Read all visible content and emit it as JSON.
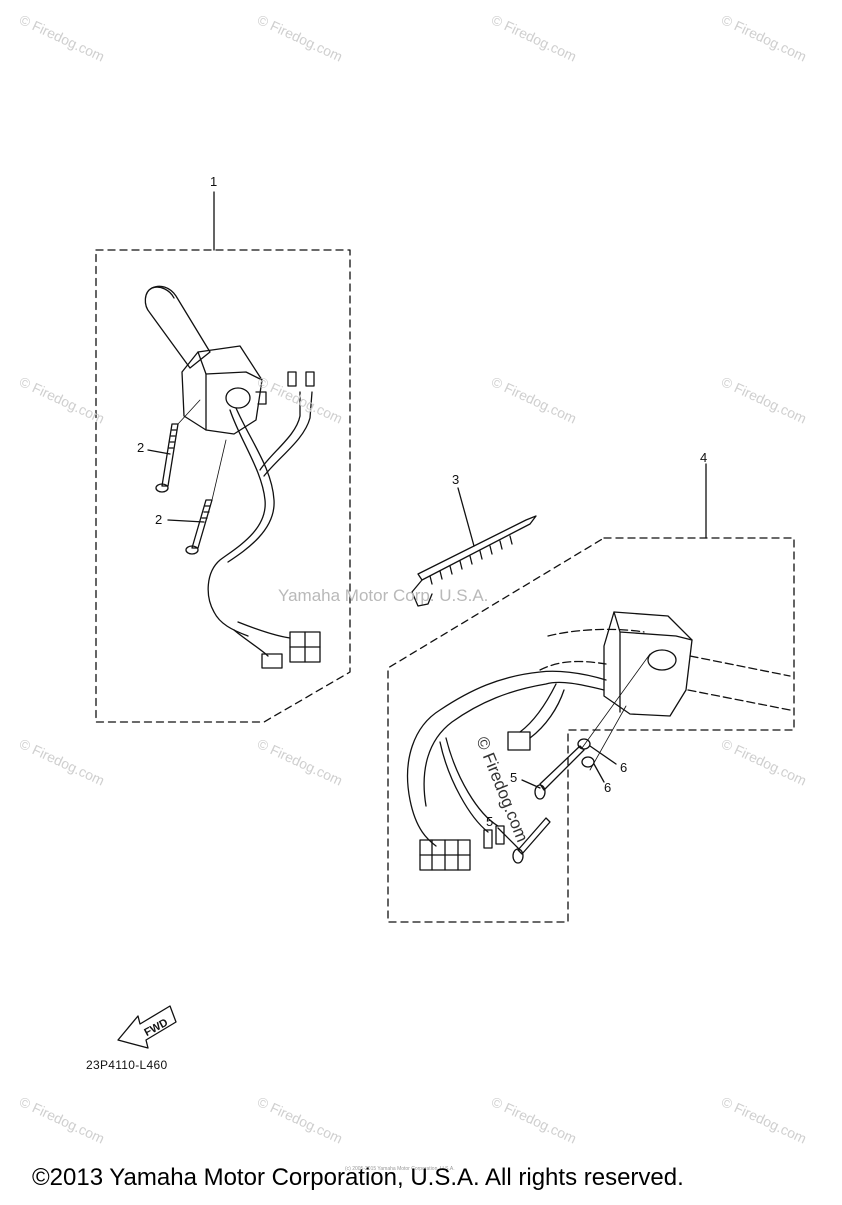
{
  "diagram": {
    "callouts": [
      "1",
      "2",
      "2",
      "3",
      "4",
      "5",
      "5",
      "6",
      "6"
    ],
    "diagram_code": "23P4110-L460",
    "fwd_label": "FWD",
    "center_watermark": "Yamaha Motor Corp. U.S.A.",
    "firedog_overlay": "© Firedog.com",
    "tiny_credit": "(c) 2005-2015 Yamaha Motor Corporation, U.S.A.",
    "copyright": "©2013 Yamaha Motor Corporation, U.S.A. All rights reserved."
  },
  "watermarks": {
    "text": "© Firedog.com"
  }
}
